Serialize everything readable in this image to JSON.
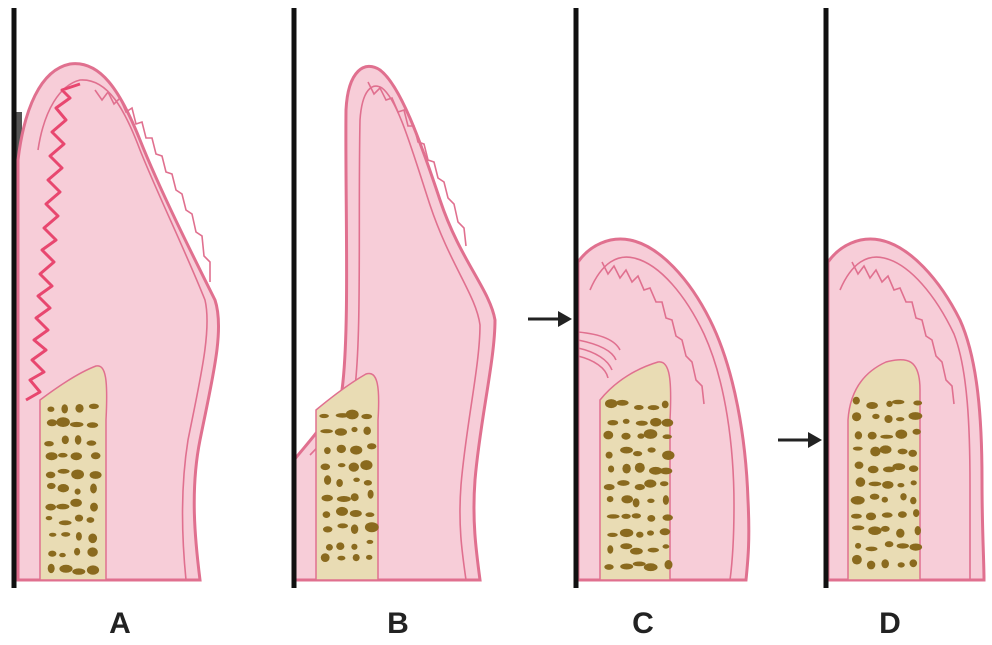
{
  "figure": {
    "panels": [
      {
        "label": "A",
        "stage": "inflamed-gingiva-with-calculus"
      },
      {
        "label": "B",
        "stage": "healthy-gingiva"
      },
      {
        "label": "C",
        "stage": "gingival-recession-with-arrow"
      },
      {
        "label": "D",
        "stage": "gingival-recession-with-arrow"
      }
    ]
  },
  "colors": {
    "tooth_surface": "#111111",
    "gingiva_fill": "#f7cdd8",
    "gingiva_outline": "#e0708f",
    "epithelium": "#f3a7bc",
    "inflamed_rete": "#e8476f",
    "calculus": "#555555",
    "bone_fill": "#e9dcb4",
    "bone_trabeculae": "#8a6a1e",
    "arrow": "#222222"
  }
}
